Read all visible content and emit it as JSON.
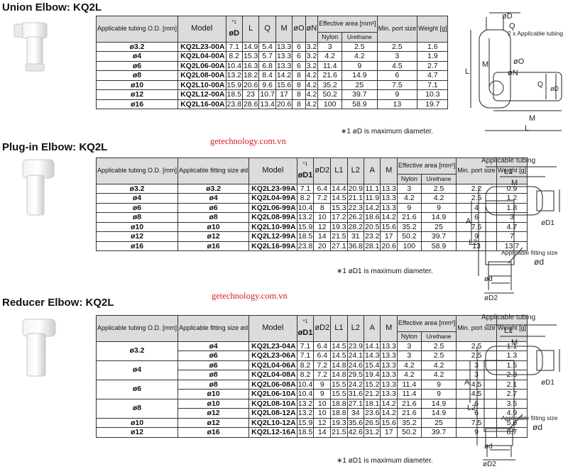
{
  "watermark": "getechnology.com.vn",
  "union": {
    "title": "Union Elbow: KQ2L",
    "headers": {
      "tubing": "Applicable tubing O.D. [mm]",
      "model": "Model",
      "d": "øD",
      "d_sup": "*1",
      "cols": [
        "L",
        "Q",
        "M",
        "øO",
        "øN"
      ],
      "area": "Effective area [mm²]",
      "nylon": "Nylon",
      "urethane": "Urethane",
      "port": "Min. port size",
      "weight": "Weight [g]"
    },
    "rows": [
      [
        "ø3.2",
        "KQ2L23-00A",
        "7.1",
        "14.9",
        "5.4",
        "13.3",
        "6",
        "3.2",
        "3",
        "2.5",
        "2.5",
        "1.6"
      ],
      [
        "ø4",
        "KQ2L04-00A",
        "8.2",
        "15.3",
        "5.7",
        "13.3",
        "6",
        "3.2",
        "4.2",
        "4.2",
        "3",
        "1.9"
      ],
      [
        "ø6",
        "KQ2L06-00A",
        "10.4",
        "16.3",
        "6.8",
        "13.3",
        "6",
        "3.2",
        "11.4",
        "9",
        "4.5",
        "2.7"
      ],
      [
        "ø8",
        "KQ2L08-00A",
        "13.2",
        "18.2",
        "8.4",
        "14.2",
        "8",
        "4.2",
        "21.6",
        "14.9",
        "6",
        "4.7"
      ],
      [
        "ø10",
        "KQ2L10-00A",
        "15.9",
        "20.6",
        "9.6",
        "15.6",
        "8",
        "4.2",
        "35.2",
        "25",
        "7.5",
        "7.1"
      ],
      [
        "ø12",
        "KQ2L12-00A",
        "18.5",
        "23",
        "10.7",
        "17",
        "8",
        "4.2",
        "50.2",
        "39.7",
        "9",
        "10.3"
      ],
      [
        "ø16",
        "KQ2L16-00A",
        "23.8",
        "28.6",
        "13.4",
        "20.6",
        "8",
        "4.2",
        "100",
        "58.9",
        "13",
        "19.7"
      ]
    ],
    "note": "∗1  øD is maximum diameter.",
    "diagram": {
      "d": "øD",
      "q": "Q",
      "m": "M",
      "l": "L",
      "o": "øO",
      "n": "øN",
      "tubing": "2 x Applicable tubing"
    }
  },
  "plugin": {
    "title": "Plug-in Elbow: KQ2L",
    "headers": {
      "tubing": "Applicable tubing O.D. [mm]",
      "fitting": "Applicable fitting size ød",
      "model": "Model",
      "d1": "øD1",
      "d_sup": "*1",
      "cols": [
        "øD2",
        "L1",
        "L2",
        "A",
        "M"
      ],
      "area": "Effective area [mm²]",
      "nylon": "Nylon",
      "urethane": "Urethane",
      "port": "Min. port size",
      "weight": "Weight [g]"
    },
    "rows": [
      [
        "ø3.2",
        "ø3.2",
        "KQ2L23-99A",
        "7.1",
        "6.4",
        "14.4",
        "20.9",
        "11.1",
        "13.3",
        "3",
        "2.5",
        "2.2",
        "0.9"
      ],
      [
        "ø4",
        "ø4",
        "KQ2L04-99A",
        "8.2",
        "7.2",
        "14.5",
        "21.1",
        "11.9",
        "13.3",
        "4.2",
        "4.2",
        "2.5",
        "1.2"
      ],
      [
        "ø6",
        "ø6",
        "KQ2L06-99A",
        "10.4",
        "8",
        "15.3",
        "22.3",
        "14.2",
        "13.3",
        "9",
        "9",
        "4",
        "1.8"
      ],
      [
        "ø8",
        "ø8",
        "KQ2L08-99A",
        "13.2",
        "10",
        "17.2",
        "26.2",
        "18.6",
        "14.2",
        "21.6",
        "14.9",
        "6",
        "3"
      ],
      [
        "ø10",
        "ø10",
        "KQ2L10-99A",
        "15.9",
        "12",
        "19.3",
        "28.2",
        "20.5",
        "15.6",
        "35.2",
        "25",
        "7.5",
        "4.7"
      ],
      [
        "ø12",
        "ø12",
        "KQ2L12-99A",
        "18.5",
        "14",
        "21.5",
        "31",
        "23.2",
        "17",
        "50.2",
        "39.7",
        "9",
        "7"
      ],
      [
        "ø16",
        "ø16",
        "KQ2L16-99A",
        "23.8",
        "20",
        "27.1",
        "36.8",
        "28.1",
        "20.6",
        "100",
        "58.9",
        "13",
        "13.7"
      ]
    ],
    "note": "∗1  øD1 is maximum diameter.",
    "diagram": {
      "tubing": "Applicable tubing",
      "l1": "L1",
      "m": "M",
      "d1": "øD1",
      "a": "A",
      "l2": "L2",
      "fitting": "Applicable fitting size",
      "d": "ød",
      "d2": "øD2"
    }
  },
  "reducer": {
    "title": "Reducer Elbow: KQ2L",
    "headers": {
      "tubing": "Applicable tubing O.D. [mm]",
      "fitting": "Applicable fitting size ød",
      "model": "Model",
      "d1": "øD1",
      "d_sup": "*1",
      "cols": [
        "øD2",
        "L1",
        "L2",
        "A",
        "M"
      ],
      "area": "Effective area [mm²]",
      "nylon": "Nylon",
      "urethane": "Urethane",
      "port": "Min. port size",
      "weight": "Weight [g]"
    },
    "rows": [
      [
        "ø3.2",
        "ø4",
        "KQ2L23-04A",
        "7.1",
        "6.4",
        "14.5",
        "23.9",
        "14.1",
        "13.3",
        "3",
        "2.5",
        "2.5",
        "1.1"
      ],
      [
        "",
        "ø6",
        "KQ2L23-06A",
        "7.1",
        "6.4",
        "14.5",
        "24.1",
        "14.3",
        "13.3",
        "3",
        "2.5",
        "2.5",
        "1.3"
      ],
      [
        "ø4",
        "ø6",
        "KQ2L04-06A",
        "8.2",
        "7.2",
        "14.8",
        "24.6",
        "15.4",
        "13.3",
        "4.2",
        "4.2",
        "3",
        "1.5"
      ],
      [
        "",
        "ø8",
        "KQ2L04-08A",
        "8.2",
        "7.2",
        "14.8",
        "29.5",
        "19.4",
        "13.3",
        "4.2",
        "4.2",
        "3",
        "2.3"
      ],
      [
        "ø6",
        "ø8",
        "KQ2L06-08A",
        "10.4",
        "9",
        "15.5",
        "24.2",
        "15.2",
        "13.3",
        "11.4",
        "9",
        "4.5",
        "2.1"
      ],
      [
        "",
        "ø10",
        "KQ2L06-10A",
        "10.4",
        "9",
        "15.5",
        "31.6",
        "21.2",
        "13.3",
        "11.4",
        "9",
        "4.5",
        "2.7"
      ],
      [
        "ø8",
        "ø10",
        "KQ2L08-10A",
        "13.2",
        "10",
        "18.8",
        "27.1",
        "18.1",
        "14.2",
        "21.6",
        "14.9",
        "6",
        "3.5"
      ],
      [
        "",
        "ø12",
        "KQ2L08-12A",
        "13.2",
        "10",
        "18.8",
        "34",
        "23.6",
        "14.2",
        "21.6",
        "14.9",
        "6",
        "4.9"
      ],
      [
        "ø10",
        "ø12",
        "KQ2L10-12A",
        "15.9",
        "12",
        "19.3",
        "35.6",
        "26.5",
        "15.6",
        "35.2",
        "25",
        "7.5",
        "5.6"
      ],
      [
        "ø12",
        "ø16",
        "KQ2L12-16A",
        "18.5",
        "14",
        "21.5",
        "42.6",
        "31.2",
        "17",
        "50.2",
        "39.7",
        "9",
        "8.7"
      ]
    ],
    "note": "∗1  øD1 is maximum diameter.",
    "diagram": {
      "tubing": "Applicable tubing",
      "l1": "L1",
      "m": "M",
      "d1": "øD1",
      "a": "A",
      "l2": "L2",
      "fitting": "Applicable fitting size",
      "d": "ød",
      "d2": "øD2"
    }
  }
}
